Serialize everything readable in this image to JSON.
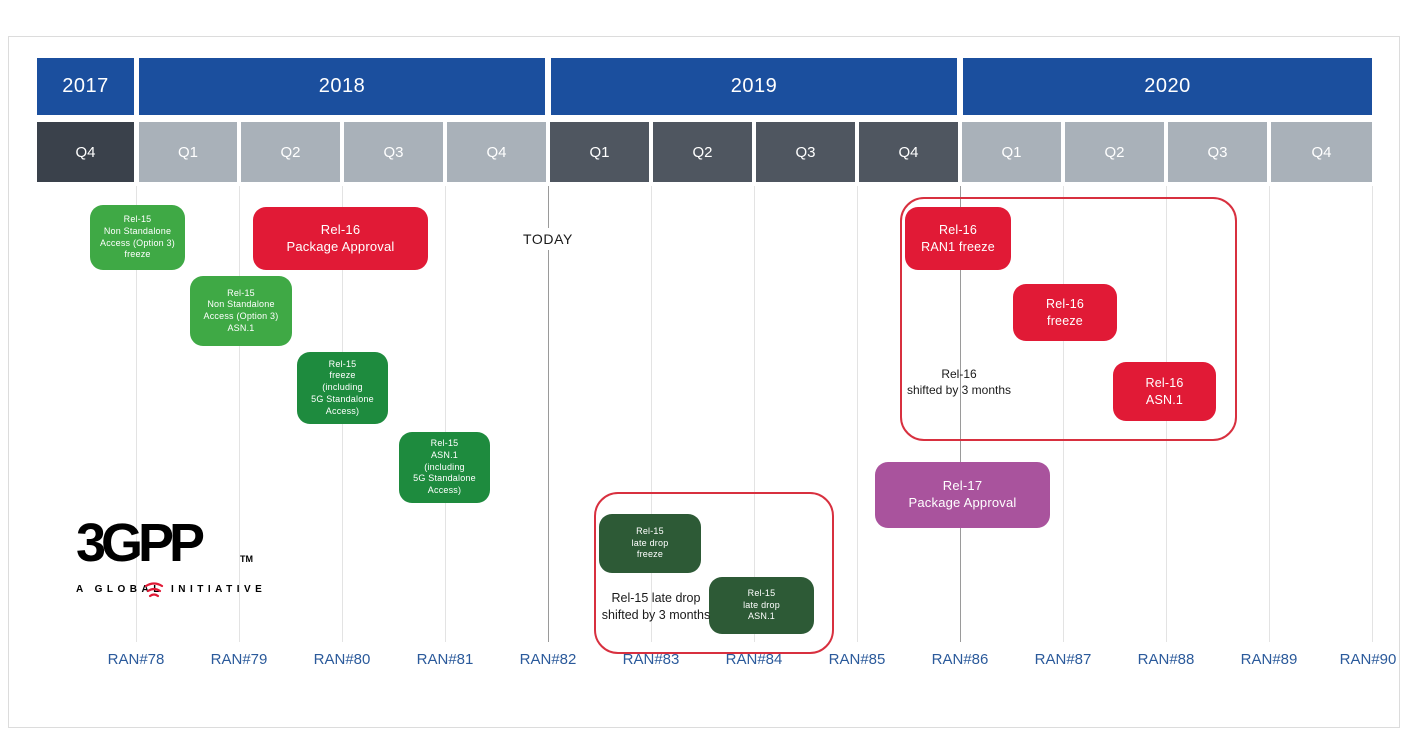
{
  "years": [
    {
      "label": "2017"
    },
    {
      "label": "2018"
    },
    {
      "label": "2019"
    },
    {
      "label": "2020"
    }
  ],
  "quarters": [
    {
      "label": "Q4",
      "year": "2017"
    },
    {
      "label": "Q1",
      "year": "2018"
    },
    {
      "label": "Q2",
      "year": "2018"
    },
    {
      "label": "Q3",
      "year": "2018"
    },
    {
      "label": "Q4",
      "year": "2018"
    },
    {
      "label": "Q1",
      "year": "2019"
    },
    {
      "label": "Q2",
      "year": "2019"
    },
    {
      "label": "Q3",
      "year": "2019"
    },
    {
      "label": "Q4",
      "year": "2019"
    },
    {
      "label": "Q1",
      "year": "2020"
    },
    {
      "label": "Q2",
      "year": "2020"
    },
    {
      "label": "Q3",
      "year": "2020"
    },
    {
      "label": "Q4",
      "year": "2020"
    }
  ],
  "meetings": [
    "RAN#78",
    "RAN#79",
    "RAN#80",
    "RAN#81",
    "RAN#82",
    "RAN#83",
    "RAN#84",
    "RAN#85",
    "RAN#86",
    "RAN#87",
    "RAN#88",
    "RAN#89",
    "RAN#90"
  ],
  "today": {
    "label": "TODAY"
  },
  "milestones": [
    {
      "id": "rel15-nsa-freeze",
      "color": "#3fa945",
      "text": "Rel-15\nNon Standalone\nAccess (Option 3)\nfreeze"
    },
    {
      "id": "rel15-nsa-asn1",
      "color": "#3fa945",
      "text": "Rel-15\nNon Standalone\nAccess (Option 3)\nASN.1"
    },
    {
      "id": "rel16-package-approval",
      "color": "#e11a36",
      "text": "Rel-16\nPackage Approval"
    },
    {
      "id": "rel15-freeze",
      "color": "#1e8b3e",
      "text": "Rel-15\nfreeze\n(including\n5G Standalone\nAccess)"
    },
    {
      "id": "rel15-asn1",
      "color": "#1e8b3e",
      "text": "Rel-15\nASN.1\n(including\n5G Standalone\nAccess)"
    },
    {
      "id": "rel15-late-drop-freeze",
      "color": "#2d5a36",
      "text": "Rel-15\nlate drop\nfreeze"
    },
    {
      "id": "rel15-late-drop-asn1",
      "color": "#2d5a36",
      "text": "Rel-15\nlate drop\nASN.1"
    },
    {
      "id": "rel16-ran1-freeze",
      "color": "#e11a36",
      "text": "Rel-16\nRAN1 freeze"
    },
    {
      "id": "rel16-freeze",
      "color": "#e11a36",
      "text": "Rel-16\nfreeze"
    },
    {
      "id": "rel16-asn1",
      "color": "#e11a36",
      "text": "Rel-16\nASN.1"
    },
    {
      "id": "rel17-package-approval",
      "color": "#a9539d",
      "text": "Rel-17\nPackage Approval"
    }
  ],
  "notes": {
    "rel15_late_drop_shift": "Rel-15 late drop\nshifted by 3 months",
    "rel16_shift": "Rel-16\nshifted by 3 months"
  },
  "logo": {
    "wordmark": "3GPP",
    "tm": "TM",
    "tagline": "A GLOBAL INITIATIVE"
  },
  "colors": {
    "year_blue": "#1b4f9e",
    "quarter_dark": "#3a414b",
    "quarter_light": "#a9b1b9",
    "quarter_slate": "#4f5660",
    "green_bright": "#3fa945",
    "green_mid": "#1e8b3e",
    "green_dark": "#2d5a36",
    "red": "#e11a36",
    "purple": "#a9539d",
    "group_outline_red": "#d8303f",
    "meeting_label_blue": "#2b5a9b"
  }
}
